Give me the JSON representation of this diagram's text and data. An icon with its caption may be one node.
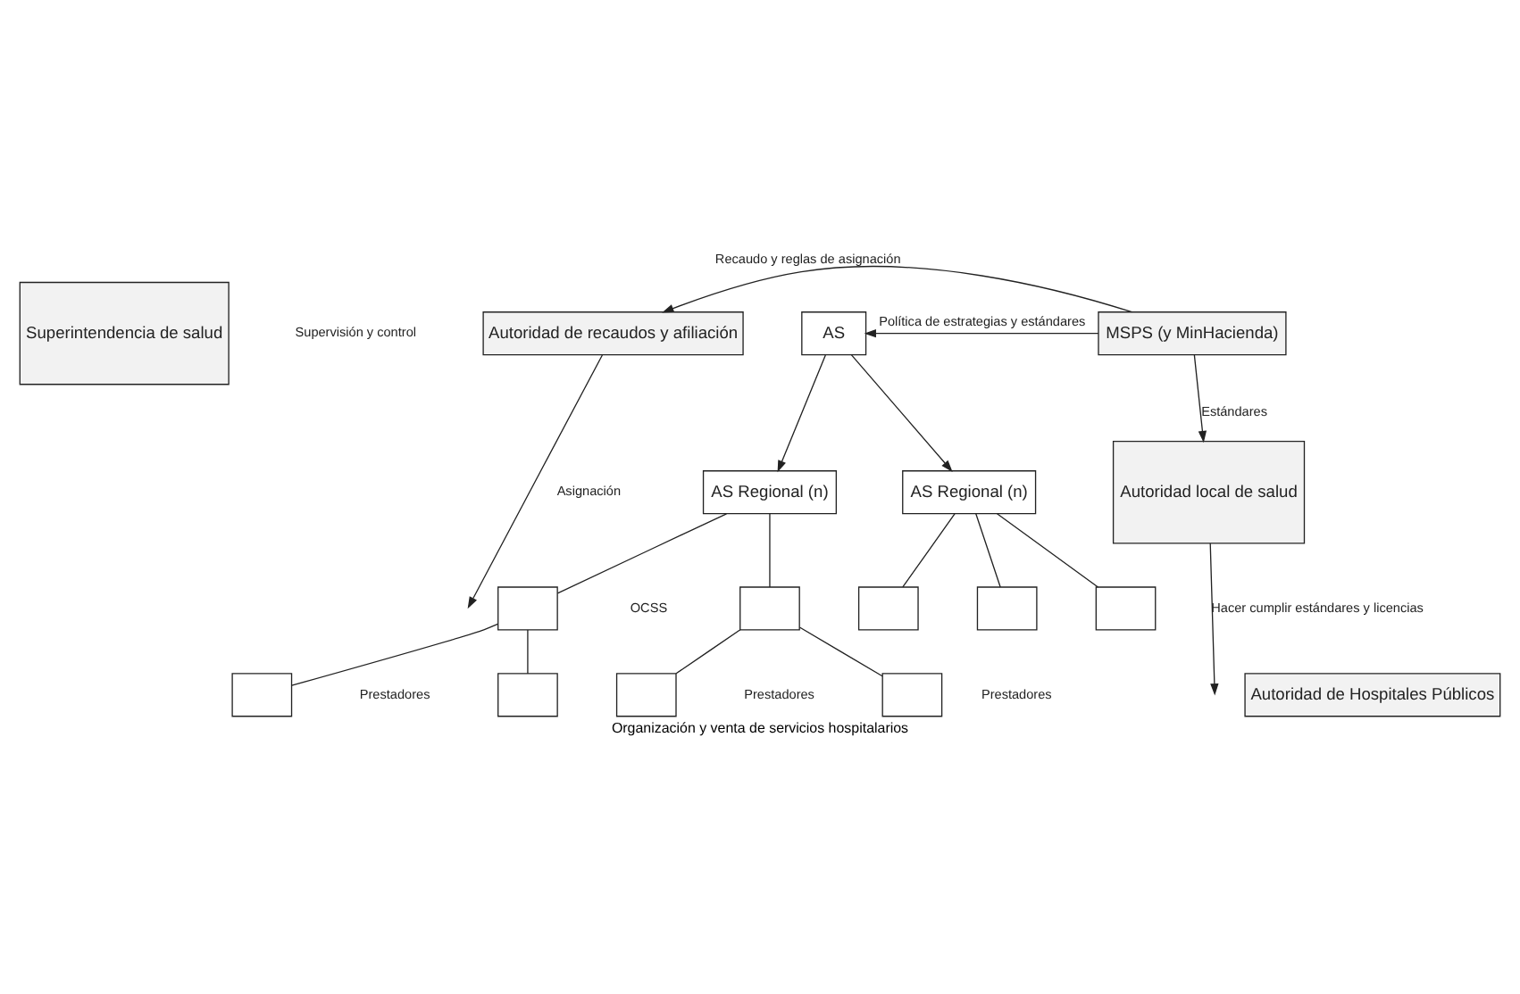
{
  "diagram": {
    "caption": "Organización y venta de servicios hospitalarios",
    "nodes": [
      {
        "text": [
          "Superintendencia de salud"
        ]
      },
      {
        "text": [
          "Autoridad de recaudos y afiliación"
        ]
      },
      {
        "text": [
          "AS"
        ]
      },
      {
        "text": [
          "MSPS (y MinHacienda)"
        ]
      },
      {
        "text": [
          "AS Regional (n)"
        ]
      },
      {
        "text": [
          "AS Regional (n)"
        ]
      },
      {
        "text": [
          "Autoridad local de salud"
        ]
      },
      {
        "text": [],
        "shape": "box"
      },
      {
        "text": [],
        "shape": "box"
      },
      {
        "text": [],
        "shape": "box"
      },
      {
        "text": [],
        "shape": "box"
      },
      {
        "text": [],
        "shape": "box"
      },
      {
        "text": [],
        "shape": "box"
      },
      {
        "text": [],
        "shape": "box"
      },
      {
        "text": [],
        "shape": "box"
      },
      {
        "text": [],
        "shape": "box"
      },
      {
        "text": [
          "Autoridad de Hospitales Públicos"
        ]
      }
    ],
    "edges": [
      {
        "from": 3,
        "to": 1,
        "arrow": "to",
        "label": "Recaudo y reglas de asignación"
      },
      {
        "from": 3,
        "to": 2,
        "arrow": "to",
        "label": "Política de estrategias y estándares"
      },
      {
        "from": 1,
        "to": null,
        "arrow": "to",
        "label": "Asignación"
      },
      {
        "from": 3,
        "to": 6,
        "arrow": "to",
        "label": "Estándares"
      },
      {
        "from": 2,
        "to": 4,
        "arrow": "to"
      },
      {
        "from": 2,
        "to": 5,
        "arrow": "to"
      },
      {
        "from": 6,
        "to": null,
        "arrow": "to",
        "label": "Hacer cumplir estándares y licencias"
      },
      {
        "from": 4,
        "to": 7,
        "arrow": "none"
      },
      {
        "from": 4,
        "to": 8,
        "arrow": "none"
      },
      {
        "from": 5,
        "to": 9,
        "arrow": "none"
      },
      {
        "from": 5,
        "to": 10,
        "arrow": "none"
      },
      {
        "from": 5,
        "to": 11,
        "arrow": "none"
      },
      {
        "from": 7,
        "to": 12,
        "arrow": "none"
      },
      {
        "from": 7,
        "to": 13,
        "arrow": "none"
      },
      {
        "from": 8,
        "to": 14,
        "arrow": "none"
      },
      {
        "from": 8,
        "to": 15,
        "arrow": "none"
      }
    ],
    "labels": [
      "Supervisión y control",
      "OCSS",
      "Prestadores",
      "Prestadores",
      "Prestadores"
    ]
  }
}
